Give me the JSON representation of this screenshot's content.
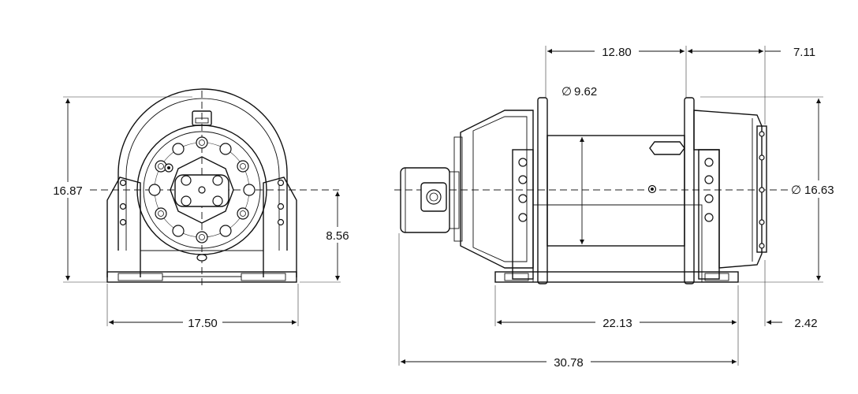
{
  "dimensions": {
    "left_height": "16.87",
    "left_axis_height": "8.56",
    "left_width": "17.50",
    "drum_width": "12.80",
    "motor_end_length": "7.11",
    "drum_diameter": "9.62",
    "flange_diameter": "16.63",
    "base_length": "22.13",
    "rear_offset": "2.42",
    "overall_length": "30.78"
  },
  "symbols": {
    "diameter": "∅"
  }
}
